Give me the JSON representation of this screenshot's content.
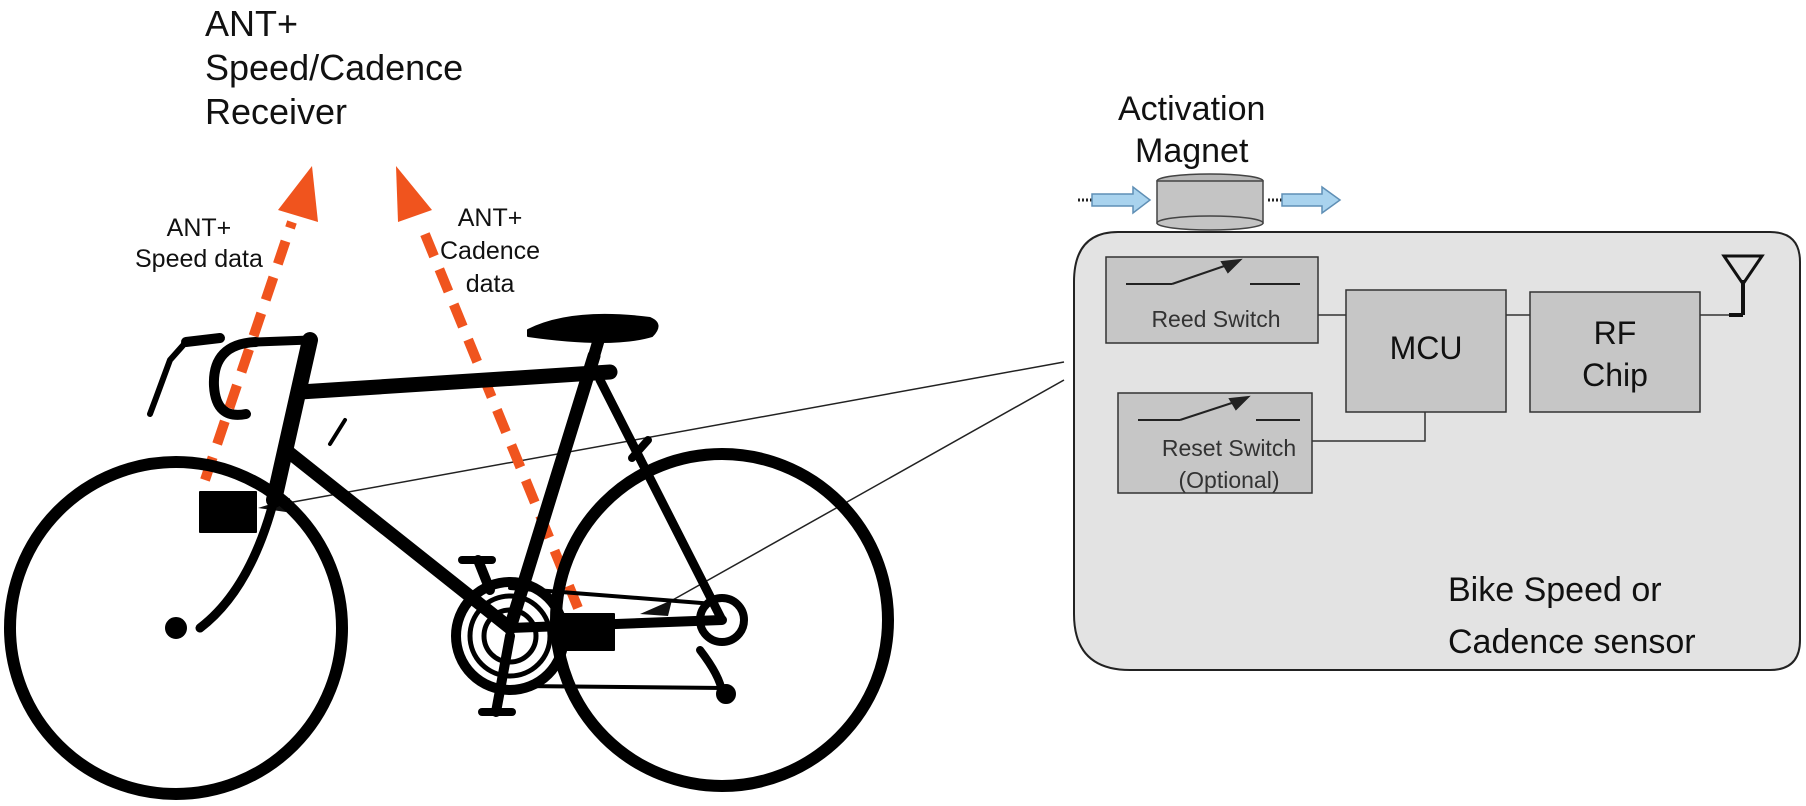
{
  "title": {
    "line1": "ANT+",
    "line2": "Speed/Cadence",
    "line3": "Receiver"
  },
  "speed_label": {
    "line1": "ANT+",
    "line2": "Speed data"
  },
  "cadence_label": {
    "line1": "ANT+",
    "line2": "Cadence",
    "line3": "data"
  },
  "magnet_label": {
    "line1": "Activation",
    "line2": "Magnet"
  },
  "blocks": {
    "reed": "Reed Switch",
    "reset_line1": "Reset Switch",
    "reset_line2": "(Optional)",
    "mcu": "MCU",
    "rf_line1": "RF",
    "rf_line2": "Chip"
  },
  "sensor_label": {
    "line1": "Bike Speed or",
    "line2": "Cadence sensor"
  },
  "colors": {
    "signal_arrow": "#f0541e",
    "magnet_arrow": "#a9d3ee",
    "panel_fill": "#e3e3e3",
    "block_fill": "#c6c6c6",
    "bike": "#000000"
  },
  "icons": [
    "bicycle-icon",
    "antenna-icon",
    "magnet-icon"
  ]
}
